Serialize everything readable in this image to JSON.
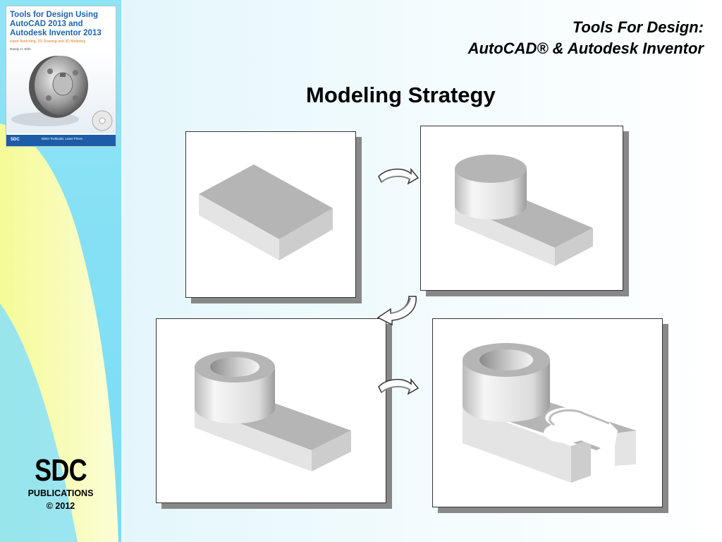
{
  "header": {
    "line1": "Tools For Design:",
    "line2": "AutoCAD® & Autodesk Inventor"
  },
  "slide": {
    "title": "Modeling Strategy"
  },
  "sidebar": {
    "book": {
      "title": "Tools for Design Using AutoCAD 2013 and Autodesk Inventor 2013",
      "subtitle": "Hand Sketching, 2D Drawing and 3D Modeling",
      "author": "Randy H. Shih",
      "footer_logo": "SDC",
      "footer_text": "Better Textbooks. Lower Prices."
    },
    "logo": "SDC",
    "publications": "PUBLICATIONS",
    "copyright": "© 2012"
  },
  "colors": {
    "sidebar_cyan": "#7adcf4",
    "sidebar_yellow": "#f6fb9a",
    "panel_shadow": "#888888",
    "model_top": "#b5b5b5",
    "model_front": "#e4e4e4",
    "model_side": "#cdcdcd"
  },
  "steps": [
    {
      "step": 1,
      "feature": "base-block"
    },
    {
      "step": 2,
      "feature": "cylinder-boss"
    },
    {
      "step": 3,
      "feature": "counterbore-hole"
    },
    {
      "step": 4,
      "feature": "slot-cut"
    }
  ]
}
